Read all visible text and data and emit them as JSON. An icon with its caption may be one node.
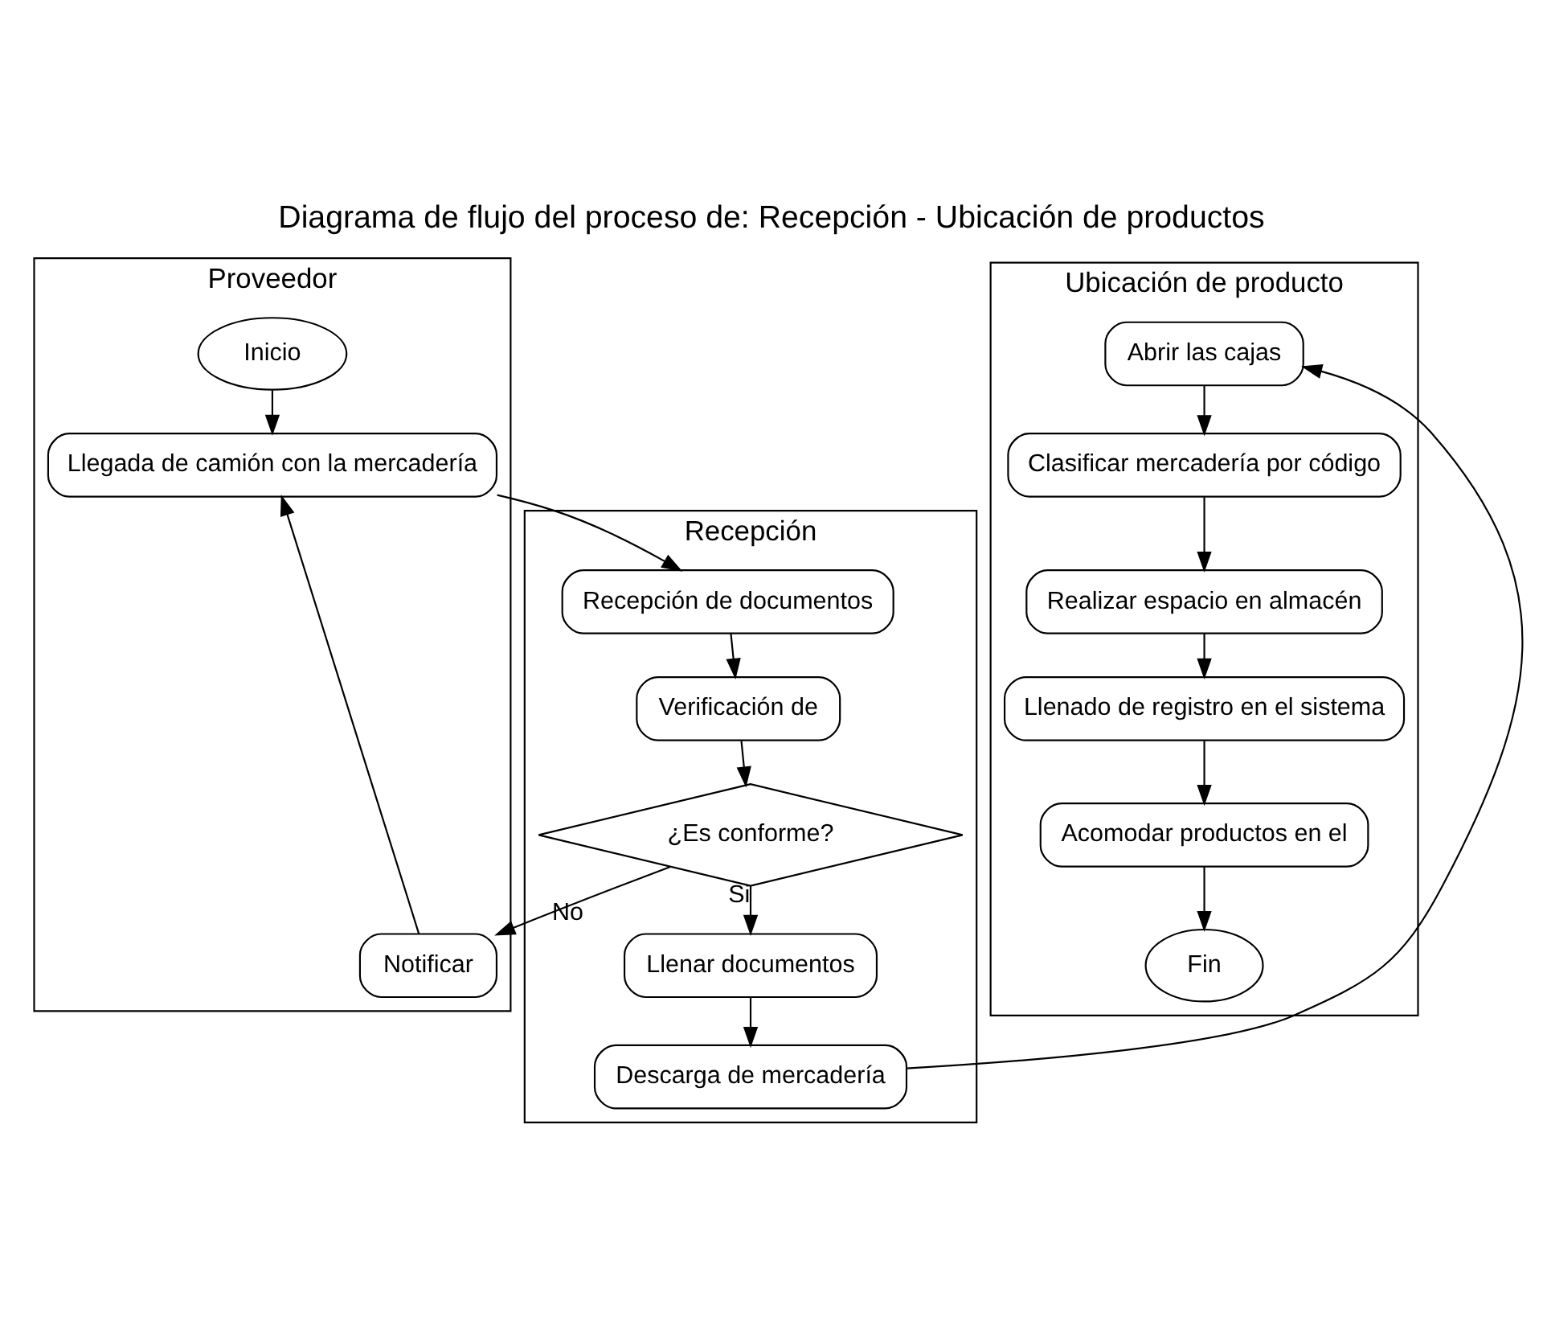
{
  "diagram": {
    "title": "Diagrama de flujo del proceso de: Recepción - Ubicación de productos",
    "nodes": [
      {
        "text": [
          "Proveedor"
        ]
      },
      {
        "text": [
          "Inicio"
        ],
        "in": 0
      },
      {
        "text": [
          "Llegada de camión con la mercadería"
        ],
        "in": 0
      },
      {
        "text": [
          "Notificar"
        ],
        "in": 0
      },
      {
        "text": [
          "Recepción"
        ]
      },
      {
        "text": [
          "Recepción de documentos"
        ],
        "in": 4
      },
      {
        "text": [
          "Verificación de"
        ],
        "in": 4
      },
      {
        "text": [
          "¿Es conforme?"
        ],
        "in": 4
      },
      {
        "text": [
          "Llenar documentos"
        ],
        "in": 4
      },
      {
        "text": [
          "Descarga de mercadería"
        ],
        "in": 4
      },
      {
        "text": [
          "Ubicación de producto"
        ]
      },
      {
        "text": [
          "Abrir las cajas"
        ],
        "in": 10
      },
      {
        "text": [
          "Clasificar mercadería por código"
        ],
        "in": 10
      },
      {
        "text": [
          "Realizar espacio en almacén"
        ],
        "in": 10
      },
      {
        "text": [
          "Llenado de registro en el sistema"
        ],
        "in": 10
      },
      {
        "text": [
          "Acomodar productos en el"
        ],
        "in": 10
      },
      {
        "text": [
          "Fin"
        ],
        "in": 10
      }
    ],
    "edges": [
      {
        "from": 1,
        "to": 2,
        "arrow": "to"
      },
      {
        "from": 2,
        "to": 5,
        "arrow": "to"
      },
      {
        "from": 5,
        "to": 6,
        "arrow": "to"
      },
      {
        "from": 6,
        "to": 7,
        "arrow": "to"
      },
      {
        "from": 7,
        "to": 3,
        "arrow": "to",
        "label": "No"
      },
      {
        "from": 3,
        "to": 2,
        "arrow": "to"
      },
      {
        "from": 7,
        "to": 8,
        "arrow": "to",
        "label": "Si"
      },
      {
        "from": 8,
        "to": 9,
        "arrow": "to"
      },
      {
        "from": 9,
        "to": 11,
        "arrow": "to"
      },
      {
        "from": 11,
        "to": 12,
        "arrow": "to"
      },
      {
        "from": 12,
        "to": 13,
        "arrow": "to"
      },
      {
        "from": 13,
        "to": 14,
        "arrow": "to"
      },
      {
        "from": 14,
        "to": 15,
        "arrow": "to"
      },
      {
        "from": 15,
        "to": 16,
        "arrow": "to"
      }
    ]
  }
}
